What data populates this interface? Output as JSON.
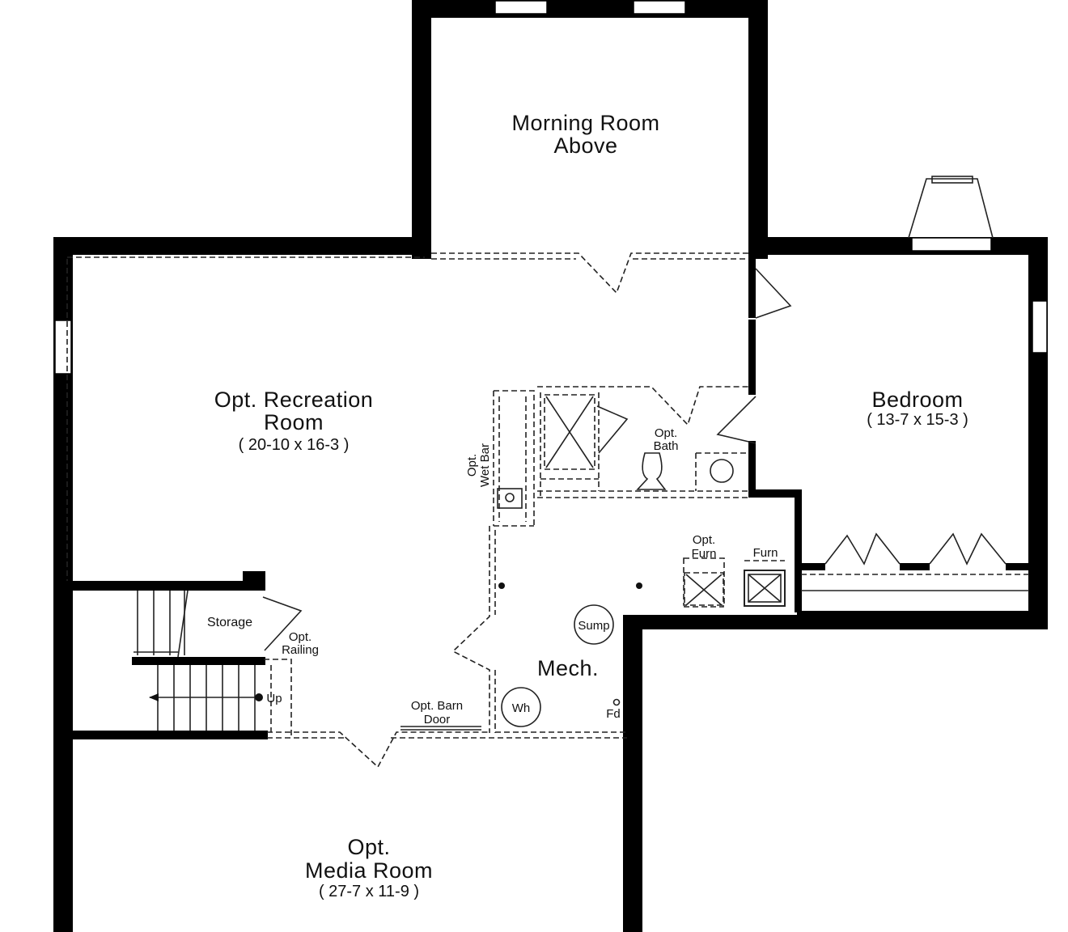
{
  "rooms": {
    "morning_room": {
      "line1": "Morning Room",
      "line2": "Above"
    },
    "recreation_room": {
      "line1": "Opt. Recreation",
      "line2": "Room",
      "dims": "( 20-10 x 16-3 )"
    },
    "bedroom": {
      "line1": "Bedroom",
      "dims": "( 13-7 x 15-3 )"
    },
    "media_room": {
      "line1": "Opt.",
      "line2": "Media Room",
      "dims": "( 27-7 x 11-9 )"
    },
    "mech": {
      "line1": "Mech."
    },
    "storage": {
      "line1": "Storage"
    }
  },
  "fixtures": {
    "wet_bar": {
      "line1": "Opt.",
      "line2": "Wet Bar"
    },
    "bath": {
      "line1": "Opt.",
      "line2": "Bath"
    },
    "opt_furn": {
      "line1": "Opt.",
      "line2": "Furn"
    },
    "furn": {
      "line1": "Furn"
    },
    "sump": {
      "line1": "Sump"
    },
    "wh": {
      "line1": "Wh"
    },
    "fd": {
      "line1": "Fd"
    },
    "railing": {
      "line1": "Opt.",
      "line2": "Railing"
    },
    "barn_door": {
      "line1": "Opt. Barn",
      "line2": "Door"
    },
    "stairs": {
      "line1": "Up"
    }
  }
}
